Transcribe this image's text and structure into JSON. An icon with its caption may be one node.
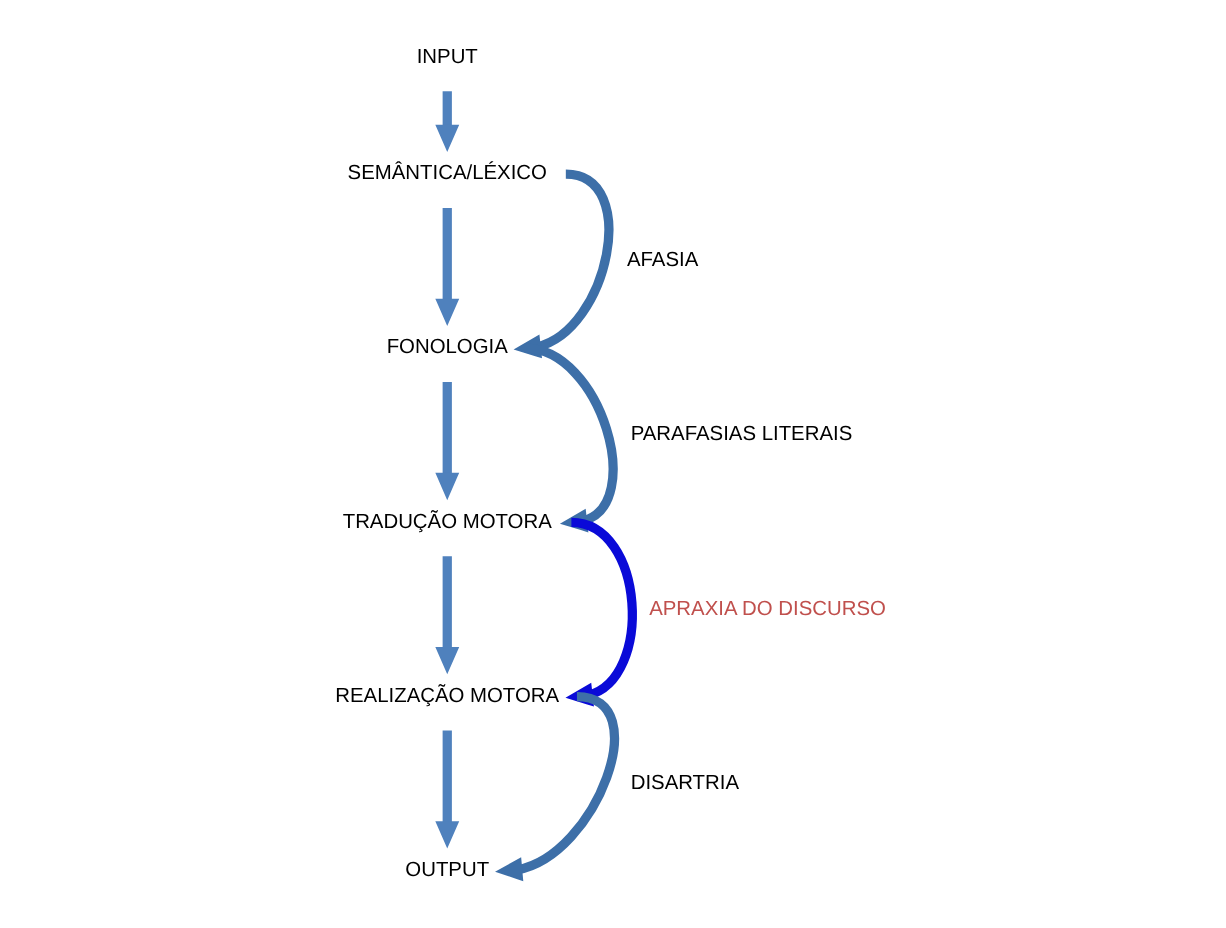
{
  "diagram": {
    "nodes": [
      {
        "text": [
          "INPUT"
        ]
      },
      {
        "text": [
          "SEMÂNTICA/LÉXICO"
        ]
      },
      {
        "text": [
          "FONOLOGIA"
        ]
      },
      {
        "text": [
          "TRADUÇÃO MOTORA"
        ]
      },
      {
        "text": [
          "REALIZAÇÃO MOTORA"
        ]
      },
      {
        "text": [
          "OUTPUT"
        ]
      }
    ],
    "edges": [
      {
        "from": 0,
        "to": 1,
        "arrow": "to"
      },
      {
        "from": 1,
        "to": 2,
        "arrow": "to"
      },
      {
        "from": 1,
        "to": 2,
        "arrow": "to",
        "label": "AFASIA"
      },
      {
        "from": 2,
        "to": 3,
        "arrow": "to"
      },
      {
        "from": 2,
        "to": 3,
        "arrow": "to",
        "label": "PARAFASIAS LITERAIS"
      },
      {
        "from": 3,
        "to": 4,
        "arrow": "to"
      },
      {
        "from": 3,
        "to": 4,
        "arrow": "to",
        "label": "APRAXIA DO DISCURSO",
        "color": "#0a0ad8"
      },
      {
        "from": 4,
        "to": 5,
        "arrow": "to"
      },
      {
        "from": 4,
        "to": 5,
        "arrow": "to",
        "label": "DISARTRIA"
      }
    ]
  }
}
